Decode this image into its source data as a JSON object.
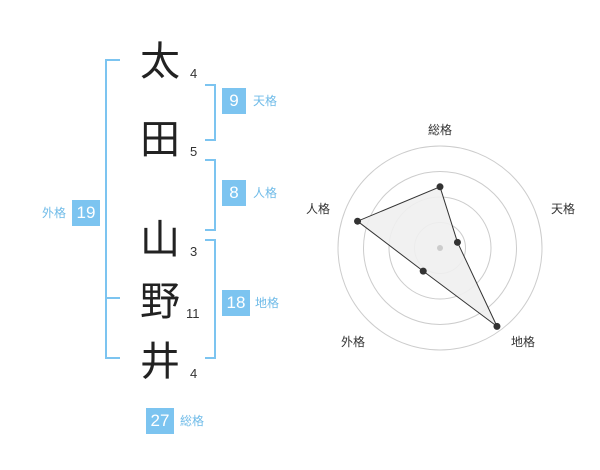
{
  "name": {
    "chars": [
      {
        "char": "太",
        "strokes": "4"
      },
      {
        "char": "田",
        "strokes": "5"
      },
      {
        "char": "山",
        "strokes": "3"
      },
      {
        "char": "野",
        "strokes": "11"
      },
      {
        "char": "井",
        "strokes": "4"
      }
    ]
  },
  "fortune": {
    "tenkaku": {
      "value": "9",
      "label": "天格"
    },
    "jinkaku": {
      "value": "8",
      "label": "人格"
    },
    "chikaku": {
      "value": "18",
      "label": "地格"
    },
    "gaikaku": {
      "value": "19",
      "label": "外格"
    },
    "soukaku": {
      "value": "27",
      "label": "総格"
    }
  },
  "chart_data": {
    "type": "radar",
    "axes": [
      "総格",
      "天格",
      "地格",
      "外格",
      "人格"
    ],
    "values": [
      0.6,
      0.18,
      0.95,
      0.28,
      0.85
    ],
    "max": 1,
    "rings": 4,
    "colors": {
      "fill": "#f0f0f0",
      "line": "#333333",
      "grid": "#cccccc",
      "bracket": "#7cc4f0"
    }
  }
}
